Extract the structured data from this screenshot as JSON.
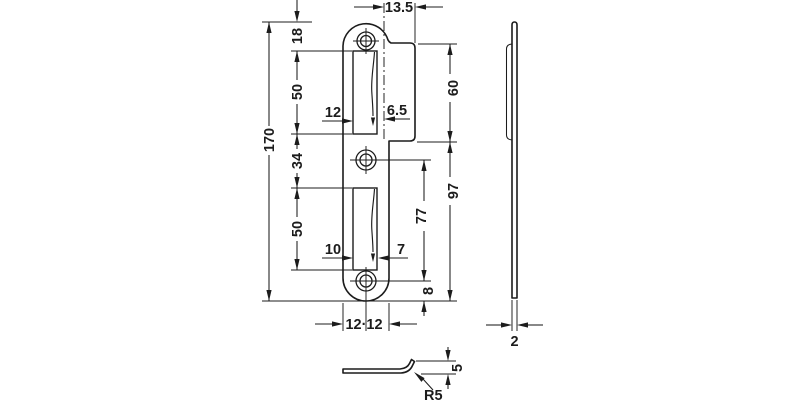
{
  "colors": {
    "line": "#1c1c1c",
    "background": "#ffffff"
  },
  "dims": {
    "front": {
      "overall_length": "170",
      "top_to_slot": "18",
      "slot1_length": "50",
      "between_slots": "34",
      "slot2_length": "50",
      "lip_width": "13.5",
      "slot1_offset_left": "12",
      "slot1_offset_right": "6.5",
      "lip_height": "60",
      "lip_to_bottom": "97",
      "hole_spacing": "77",
      "slot2_offset_left": "10",
      "slot2_offset_right": "7",
      "hole_to_edge": "8",
      "width_halves": "12·12"
    },
    "side": {
      "thickness": "2"
    },
    "detail": {
      "bend_height": "5",
      "bend_radius": "R5"
    }
  }
}
